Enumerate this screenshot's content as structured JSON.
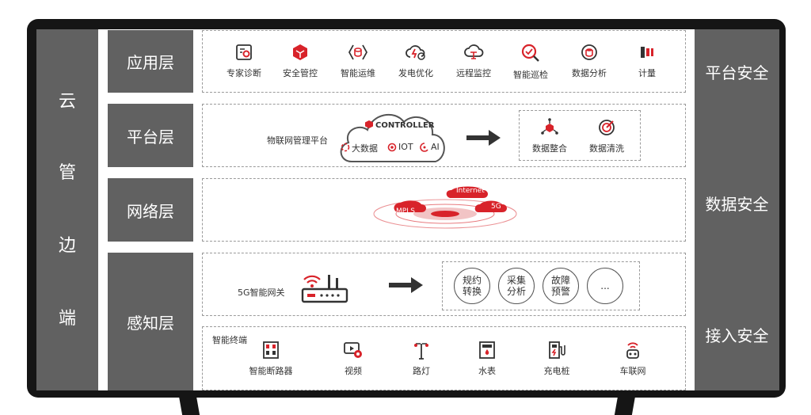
{
  "left_title": [
    "云",
    "管",
    "边",
    "端"
  ],
  "right_security": [
    "平台安全",
    "数据安全",
    "接入安全"
  ],
  "layers": {
    "application": "应用层",
    "platform": "平台层",
    "network": "网络层",
    "perception": "感知层"
  },
  "application_items": [
    {
      "label": "专家诊断",
      "icon": "expert-diagnosis-icon"
    },
    {
      "label": "安全管控",
      "icon": "security-control-icon"
    },
    {
      "label": "智能运维",
      "icon": "smart-ops-icon"
    },
    {
      "label": "发电优化",
      "icon": "power-optimization-icon"
    },
    {
      "label": "远程监控",
      "icon": "remote-monitor-icon"
    },
    {
      "label": "智能巡检",
      "icon": "smart-inspection-icon"
    },
    {
      "label": "数据分析",
      "icon": "data-analysis-icon"
    },
    {
      "label": "计量",
      "icon": "metering-icon"
    }
  ],
  "platform": {
    "iot_platform_label": "物联网管理平台",
    "cloud_title": "CONTROLLER",
    "cloud_items": [
      "大数据",
      "IOT",
      "AI"
    ],
    "data_items": [
      "数据整合",
      "数据清洗"
    ]
  },
  "network": {
    "tags": [
      "Internet",
      "5G",
      "MPLS"
    ]
  },
  "perception": {
    "gateway_label": "5G智能网关",
    "functions": [
      {
        "line1": "规约",
        "line2": "转换"
      },
      {
        "line1": "采集",
        "line2": "分析"
      },
      {
        "line1": "故障",
        "line2": "预警"
      },
      {
        "line1": "...",
        "line2": ""
      }
    ],
    "terminal_title": "智能终端",
    "terminals": [
      {
        "label": "智能断路器",
        "icon": "circuit-breaker-icon"
      },
      {
        "label": "视频",
        "icon": "video-camera-icon"
      },
      {
        "label": "路灯",
        "icon": "street-light-icon"
      },
      {
        "label": "水表",
        "icon": "water-meter-icon"
      },
      {
        "label": "充电桩",
        "icon": "charging-pile-icon"
      },
      {
        "label": "车联网",
        "icon": "vehicle-network-icon"
      }
    ]
  },
  "colors": {
    "accent_red": "#d8232a",
    "dark_gray": "#616161",
    "frame_black": "#151515"
  }
}
